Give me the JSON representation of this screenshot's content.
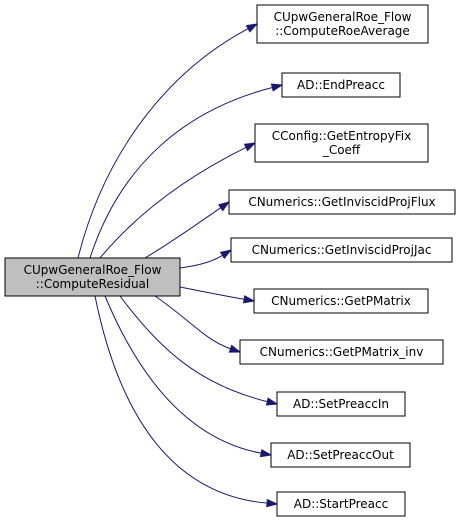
{
  "graph": {
    "root": {
      "lines": [
        "CUpwGeneralRoe_Flow",
        "::ComputeResidual"
      ],
      "name": "root-node-cupwgeneralroe-flow-computeresidual"
    },
    "callees": [
      {
        "lines": [
          "CUpwGeneralRoe_Flow",
          "::ComputeRoeAverage"
        ],
        "name": "node-compute-roe-average"
      },
      {
        "lines": [
          "AD::EndPreacc"
        ],
        "name": "node-ad-end-preacc"
      },
      {
        "lines": [
          "CConfig::GetEntropyFix",
          "_Coeff"
        ],
        "name": "node-get-entropy-fix-coeff"
      },
      {
        "lines": [
          "CNumerics::GetInviscidProjFlux"
        ],
        "name": "node-get-inviscid-proj-flux"
      },
      {
        "lines": [
          "CNumerics::GetInviscidProjJac"
        ],
        "name": "node-get-inviscid-proj-jac"
      },
      {
        "lines": [
          "CNumerics::GetPMatrix"
        ],
        "name": "node-get-p-matrix"
      },
      {
        "lines": [
          "CNumerics::GetPMatrix_inv"
        ],
        "name": "node-get-p-matrix-inv"
      },
      {
        "lines": [
          "AD::SetPreaccIn"
        ],
        "name": "node-ad-set-preacc-in"
      },
      {
        "lines": [
          "AD::SetPreaccOut"
        ],
        "name": "node-ad-set-preacc-out"
      },
      {
        "lines": [
          "AD::StartPreacc"
        ],
        "name": "node-ad-start-preacc"
      }
    ],
    "colors": {
      "edge": "#191970",
      "root_fill": "#bfbfbf",
      "node_fill": "#ffffff",
      "border": "#000000"
    }
  }
}
